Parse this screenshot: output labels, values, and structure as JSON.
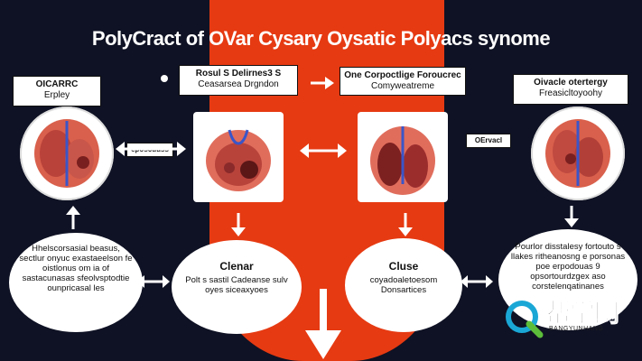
{
  "title": "PolyCract of OVar Cysary Oysatic Polyacs synome",
  "boxes": {
    "top_left": {
      "line1": "OICARRC",
      "line2": "Erpley"
    },
    "top_center_left": {
      "line1": "Rosul S Delirnes3 S",
      "line2": "Ceasarsea Drgndon"
    },
    "top_center_right": {
      "line1": "One Corpoctlige Foroucrec",
      "line2": "Comyweatreme"
    },
    "top_right": {
      "line1": "Oivacle otertergy",
      "line2": "Freasicltoyoohy"
    },
    "mid_left": {
      "line1": "eposcuuss"
    },
    "mid_right": {
      "line1": "OErvacl"
    }
  },
  "circles": {
    "left": {
      "body": "Hhelscorsasial beasus, sectlur onyuc exastaeelson fe oistlonus om ia of sastacunasas sfeolvsptodtie ounpricasal les"
    },
    "center_left": {
      "title": "Clenar",
      "body": "Polt s sastil Cadeanse sulv oyes siceaxyoes"
    },
    "center_right": {
      "title": "Cluse",
      "body": "coyadoaletoesom Donsartices"
    },
    "right": {
      "body": "Pourlor disstalesy fortouto s llakes ritheanosng e porsonas poe erpodouas 9 opsortourdzgex aso corstelenqatinanes"
    }
  },
  "watermark": {
    "main": "帮学网",
    "sub": "BANGYUNHANG"
  },
  "colors": {
    "background": "#0f1224",
    "accent_red": "#e63a12",
    "panel": "#ffffff"
  }
}
